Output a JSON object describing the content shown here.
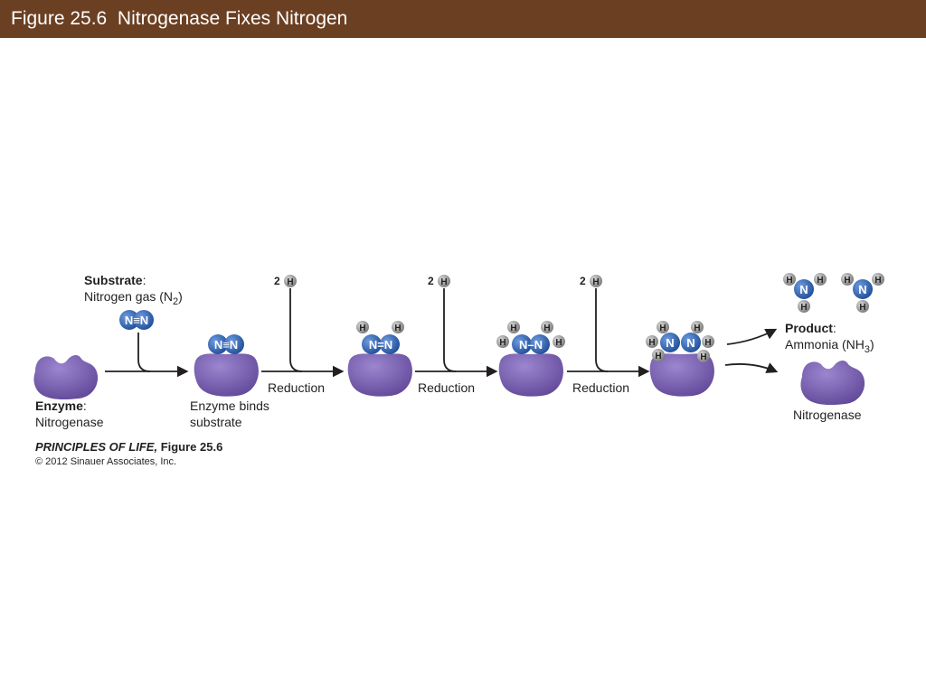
{
  "header": {
    "title": "Figure 25.6  Nitrogenase Fixes Nitrogen",
    "bar_color": "#6b3f22"
  },
  "colors": {
    "enzyme": "#7b62b0",
    "nitrogen_atom": "#1f4f97",
    "hydrogen_atom": "#8c8c8c",
    "arrow": "#231f20"
  },
  "diagram": {
    "substrate": {
      "heading": "Substrate",
      "colon": ":",
      "name_prefix": "Nitrogen gas (N",
      "name_subscript": "2",
      "name_suffix": ")"
    },
    "enzyme": {
      "heading": "Enzyme",
      "colon": ":",
      "name": "Nitrogenase"
    },
    "enzyme_binds": {
      "line1": "Enzyme binds",
      "line2": "substrate"
    },
    "steps": [
      {
        "label": "Reduction",
        "coefficient": "2",
        "atom": "H"
      },
      {
        "label": "Reduction",
        "coefficient": "2",
        "atom": "H"
      },
      {
        "label": "Reduction",
        "coefficient": "2",
        "atom": "H"
      }
    ],
    "product": {
      "heading": "Product",
      "colon": ":",
      "name_prefix": "Ammonia (NH",
      "name_subscript": "3",
      "name_suffix": ")"
    },
    "released_enzyme": "Nitrogenase",
    "bonds": {
      "triple": "N≡N",
      "double": "N=N",
      "single": "N–N"
    },
    "atom_labels": {
      "nitrogen": "N",
      "hydrogen": "H"
    }
  },
  "credit": {
    "book": "PRINCIPLES OF LIFE,",
    "figure": " Figure 25.6",
    "copyright": "© 2012 Sinauer Associates, Inc."
  }
}
